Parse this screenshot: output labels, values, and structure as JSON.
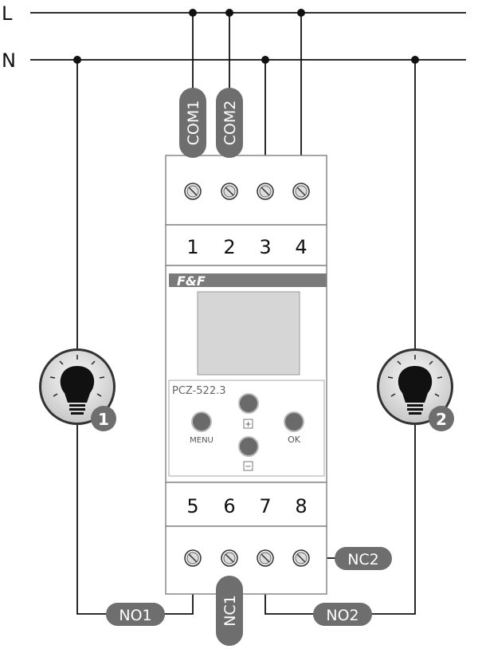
{
  "lines": {
    "L": "L",
    "N": "N"
  },
  "device": {
    "brand": "F&F",
    "model": "PCZ-522.3",
    "buttons": {
      "menu": "MENU",
      "ok": "OK",
      "plus": "+",
      "minus": "−"
    }
  },
  "terminals_top": [
    "1",
    "2",
    "3",
    "4"
  ],
  "terminals_bottom": [
    "5",
    "6",
    "7",
    "8"
  ],
  "labels": {
    "com1": "COM1",
    "com2": "COM2",
    "no1": "NO1",
    "nc1": "NC1",
    "no2": "NO2",
    "nc2": "NC2"
  },
  "lamps": [
    {
      "badge": "1"
    },
    {
      "badge": "2"
    }
  ],
  "colors": {
    "pill": "#6e6e6e",
    "brand_bar": "#7a7a7a",
    "display": "#d6d6d6",
    "button": "#6a6a6a"
  }
}
